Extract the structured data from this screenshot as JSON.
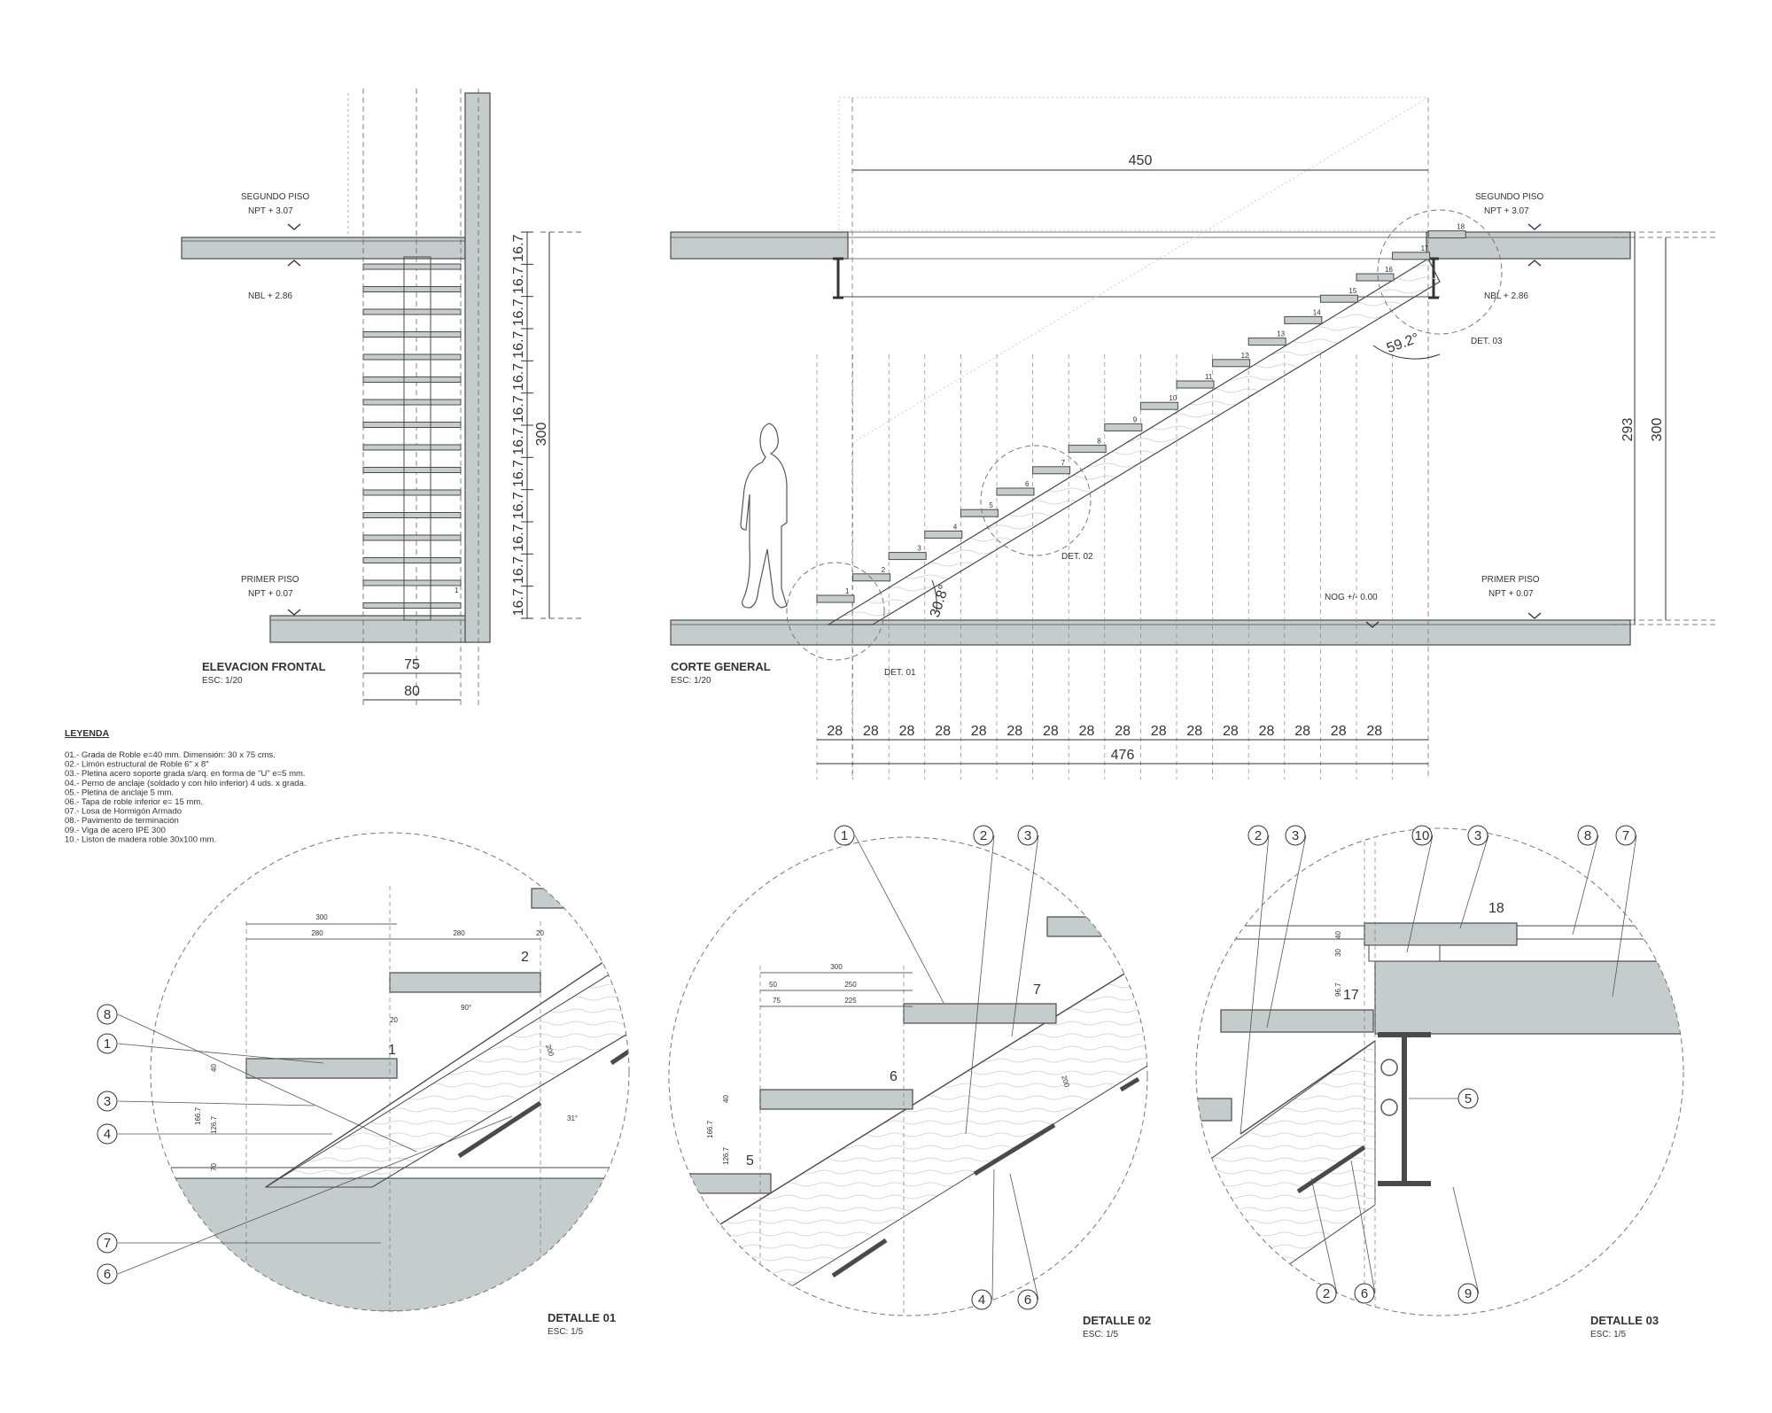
{
  "elevacion": {
    "title": "ELEVACION FRONTAL",
    "scale": "ESC: 1/20",
    "segundo_piso": "SEGUNDO PISO",
    "npt_top": "NPT + 3.07",
    "nbl": "NBL + 2.86",
    "primer_piso": "PRIMER PISO",
    "npt_bottom": "NPT + 0.07",
    "riser_label": "16.7",
    "total_height": "300",
    "width_inner": "75",
    "width_outer": "80",
    "first_step": "1"
  },
  "corte": {
    "title": "CORTE GENERAL",
    "scale": "ESC: 1/20",
    "segundo_piso": "SEGUNDO PISO",
    "npt_top": "NPT + 3.07",
    "nbl": "NBL + 2.86",
    "primer_piso": "PRIMER PISO",
    "npt_bottom": "NPT + 0.07",
    "nog": "NOG +/- 0.00",
    "top_dim": "450",
    "tread_dim": "28",
    "total_run": "476",
    "height_293": "293",
    "height_300": "300",
    "angle_low": "30.8°",
    "angle_high": "59.2°",
    "det01": "DET. 01",
    "det02": "DET. 02",
    "det03": "DET. 03",
    "steps": [
      "1",
      "2",
      "3",
      "4",
      "5",
      "6",
      "7",
      "8",
      "9",
      "10",
      "11",
      "12",
      "13",
      "14",
      "15",
      "16",
      "17",
      "18"
    ]
  },
  "leyenda": {
    "title": "LEYENDA",
    "items": [
      "01.- Grada de Roble e=40 mm.  Dimensión: 30 x 75 cms.",
      "02.- Limón estructural de Roble 6\" x 8\"",
      "03.- Pletina acero soporte grada s/arq. en forma de \"U\"  e=5 mm.",
      "04.- Perno de anclaje (soldado y con hilo inferior) 4 uds. x grada.",
      "05.- Pletina de anclaje 5 mm.",
      "06.- Tapa de roble inferior e= 15 mm.",
      "07.- Losa de Hormigón Armado",
      "08.- Pavimento de terminación",
      "09.- Viga de acero IPE 300",
      "10.- Liston de madera roble 30x100 mm."
    ]
  },
  "detalle01": {
    "title": "DETALLE 01",
    "scale": "ESC: 1/5",
    "d300": "300",
    "d280a": "280",
    "d280b": "280",
    "d20a": "20",
    "d20b": "20",
    "d40": "40",
    "d1267": "126.7",
    "d1667": "166.7",
    "d70": "70",
    "d200": "200",
    "a90": "90°",
    "a31": "31°",
    "step1": "1",
    "step2": "2",
    "callouts": [
      "8",
      "1",
      "3",
      "4",
      "7",
      "6"
    ]
  },
  "detalle02": {
    "title": "DETALLE 02",
    "scale": "ESC: 1/5",
    "d300": "300",
    "d50": "50",
    "d250": "250",
    "d75": "75",
    "d225": "225",
    "d40": "40",
    "d1267": "126.7",
    "d1667": "166.7",
    "d200": "200",
    "step5": "5",
    "step6": "6",
    "step7": "7",
    "callouts_top": [
      "1",
      "2",
      "3"
    ],
    "callouts_bottom": [
      "4",
      "6"
    ]
  },
  "detalle03": {
    "title": "DETALLE 03",
    "scale": "ESC: 1/5",
    "d40": "40",
    "d30": "30",
    "d967": "96.7",
    "step17": "17",
    "step18": "18",
    "callouts_top": [
      "2",
      "3",
      "10",
      "3",
      "8",
      "7"
    ],
    "callout_right5": "5",
    "callout_right9": "9",
    "callouts_bottom": [
      "2",
      "6"
    ]
  },
  "colors": {
    "slab": "#c4cdcb",
    "line": "#4a4a4a",
    "tread": "#c4cdcb"
  }
}
